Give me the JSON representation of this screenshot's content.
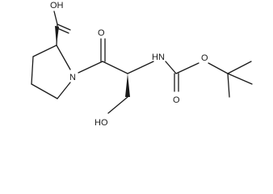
{
  "atoms": {
    "acid_oh": "OH",
    "ring_n": "N",
    "ketone_o": "O",
    "amide_nh": "HN",
    "ester_o": "O",
    "carbonyl_o": "O",
    "hydroxyl": "HO"
  }
}
